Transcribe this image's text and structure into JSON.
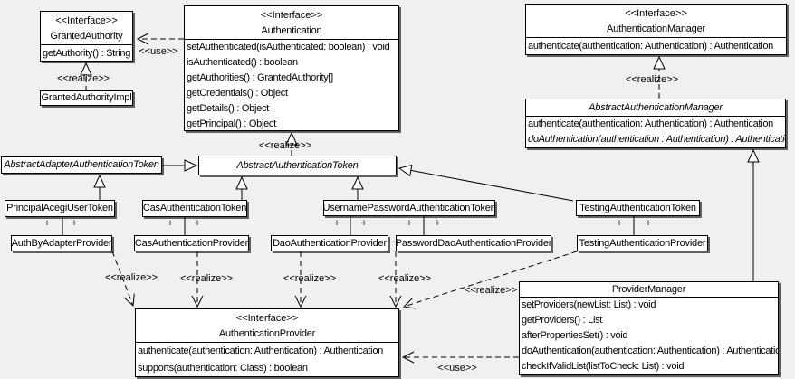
{
  "labels": {
    "use": "<<use>>",
    "realize": "<<realize>>",
    "plus": "+"
  },
  "colors": {
    "background": "#f0f0f0",
    "box_fill": "#ffffff",
    "line": "#000000"
  },
  "classes": {
    "granted_authority": {
      "stereotype": "<<Interface>>",
      "name": "GrantedAuthority",
      "methods": [
        "getAuthority() : String"
      ]
    },
    "granted_authority_impl": {
      "name": "GrantedAuthorityImpl"
    },
    "authentication": {
      "stereotype": "<<Interface>>",
      "name": "Authentication",
      "methods": [
        "setAuthenticated(isAuthenticated: boolean) : void",
        "isAuthenticated() : boolean",
        "getAuthorities() : GrantedAuthority[]",
        "getCredentials() : Object",
        "getDetails() : Object",
        "getPrincipal() : Object"
      ]
    },
    "authentication_manager": {
      "stereotype": "<<Interface>>",
      "name": "AuthenticationManager",
      "methods": [
        "authenticate(authentication: Authentication) : Authentication"
      ]
    },
    "abstract_authentication_manager": {
      "name": "AbstractAuthenticationManager",
      "methods": [
        "authenticate(authentication: Authentication) : Authentication",
        "doAuthentication(authentication : Authentication) : Authentication"
      ]
    },
    "abstract_adapter_authentication_token": {
      "name": "AbstractAdapterAuthenticationToken"
    },
    "abstract_authentication_token": {
      "name": "AbstractAuthenticationToken"
    },
    "principal_acegi_user_token": {
      "name": "PrincipalAcegiUserToken"
    },
    "cas_authentication_token": {
      "name": "CasAuthenticationToken"
    },
    "username_password_authentication_token": {
      "name": "UsernamePasswordAuthenticationToken"
    },
    "testing_authentication_token": {
      "name": "TestingAuthenticationToken"
    },
    "auth_by_adapter_provider": {
      "name": "AuthByAdapterProvider"
    },
    "cas_authentication_provider": {
      "name": "CasAuthenticationProvider"
    },
    "dao_authentication_provider": {
      "name": "DaoAuthenticationProvider"
    },
    "password_dao_authentication_provider": {
      "name": "PasswordDaoAuthenticationProvider"
    },
    "testing_authentication_provider": {
      "name": "TestingAuthenticationProvider"
    },
    "authentication_provider": {
      "stereotype": "<<Interface>>",
      "name": "AuthenticationProvider",
      "methods": [
        "authenticate(authentication: Authentication) : Authentication",
        "supports(authentication: Class) : boolean"
      ]
    },
    "provider_manager": {
      "name": "ProviderManager",
      "methods": [
        "setProviders(newList: List) : void",
        "getProviders() : List",
        "afterPropertiesSet() : void",
        "doAuthentication(authentication: Authentication) : Authentication",
        "checkIfValidList(listToCheck: List) : void"
      ]
    }
  }
}
